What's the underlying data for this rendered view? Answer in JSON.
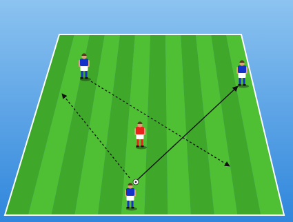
{
  "diagram": {
    "type": "soccer-drill",
    "background_gradient": [
      "#8cc3f0",
      "#2f86dc"
    ],
    "pitch_stripe_colors": [
      "#3fa82a",
      "#4fbf33"
    ],
    "pitch_line_color": "#ffffff",
    "team_colors": {
      "blue": {
        "shirt": "#1432c8",
        "shorts": "#ffffff",
        "socks": "#1432c8"
      },
      "red": {
        "shirt": "#e8231c",
        "shorts": "#ffffff",
        "socks": "#e8231c"
      }
    },
    "players": [
      {
        "id": "blue-top-left",
        "team": "blue"
      },
      {
        "id": "blue-top-right",
        "team": "blue"
      },
      {
        "id": "red-center",
        "team": "red"
      },
      {
        "id": "blue-bottom",
        "team": "blue",
        "has_ball": true
      }
    ],
    "movements": [
      {
        "id": "pass-solid",
        "style": "solid",
        "from": "blue-bottom",
        "to": "blue-top-right"
      },
      {
        "id": "run-dashed-left",
        "style": "dashed",
        "from": "blue-bottom",
        "to": "left-wing-space"
      },
      {
        "id": "run-dashed-cross",
        "style": "dashed",
        "from": "blue-top-left",
        "to": "right-space"
      }
    ]
  }
}
